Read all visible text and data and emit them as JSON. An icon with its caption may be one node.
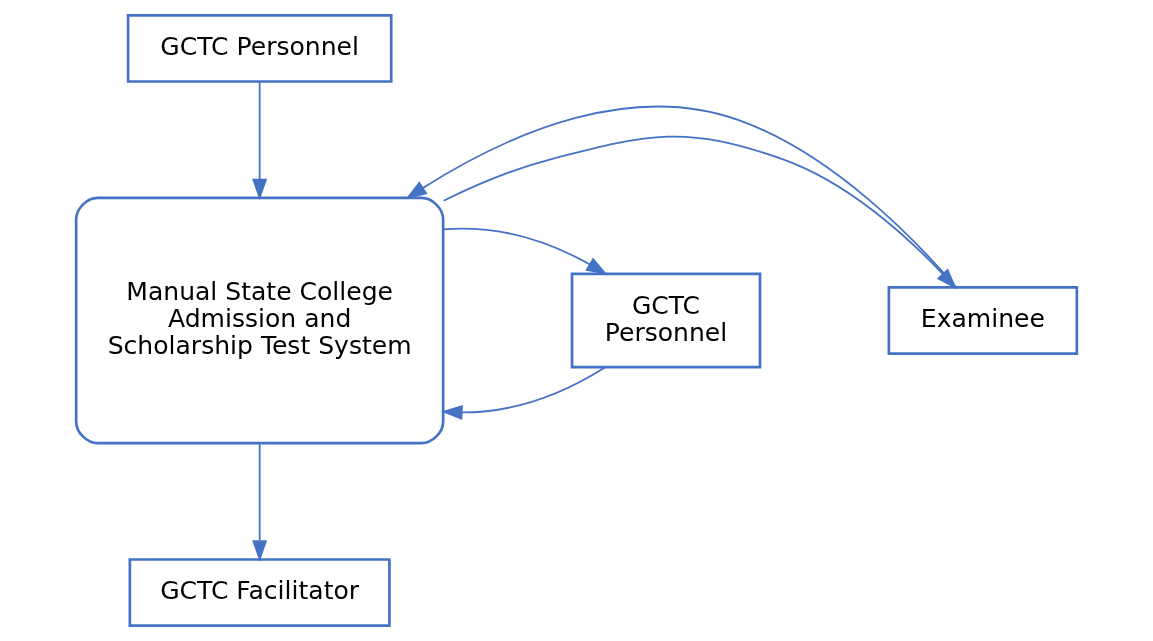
{
  "diagram": {
    "nodes": [
      {
        "text": [
          "GCTC Personnel"
        ]
      },
      {
        "text": [
          "Examinee"
        ]
      },
      {
        "text": [
          "Manual State College Admission and Scholarship Test System"
        ]
      },
      {
        "text": [
          "GCTC Personnel"
        ]
      },
      {
        "text": [
          "GCTC Facilitator"
        ]
      }
    ],
    "edges": [
      {
        "from": 0,
        "to": 2,
        "arrow": "to"
      },
      {
        "from": 2,
        "to": 1,
        "arrow": "to"
      },
      {
        "from": 1,
        "to": 2,
        "arrow": "to"
      },
      {
        "from": 3,
        "to": 2,
        "arrow": "to"
      },
      {
        "from": 2,
        "to": 3,
        "arrow": "to"
      },
      {
        "from": 2,
        "to": 4,
        "arrow": "to"
      }
    ]
  }
}
